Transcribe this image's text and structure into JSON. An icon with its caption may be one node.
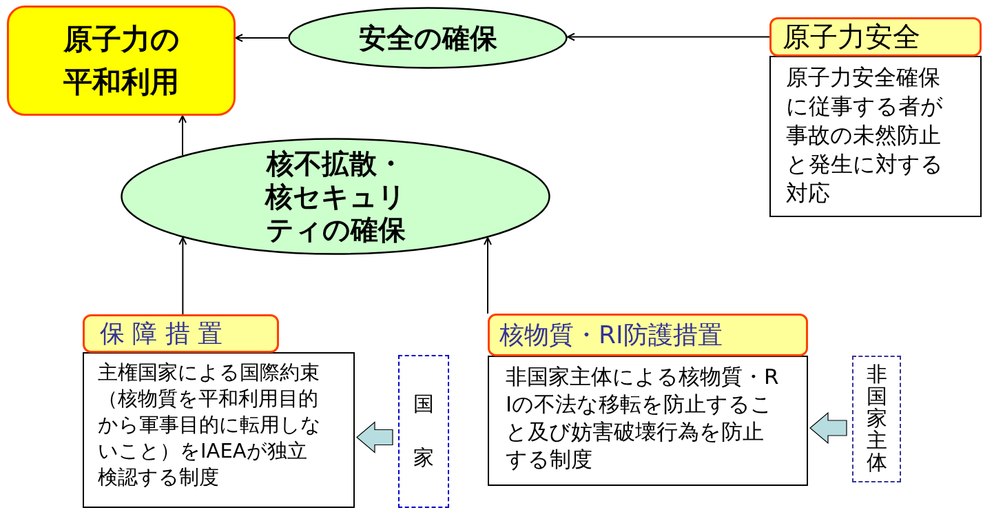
{
  "diagram": {
    "nodes": [
      {
        "text": [
          "原子力の平和利用"
        ]
      },
      {
        "text": [
          "安全の確保"
        ]
      },
      {
        "text": [
          "原子力安全",
          "原子力安全確保に従事する者が事故の未然防止と発生に対する対応"
        ]
      },
      {
        "text": [
          "核不拡散・核セキュリティの確保"
        ]
      },
      {
        "text": [
          "保 障 措 置",
          "主権国家による国際約束（核物質を平和利用目的から軍事目的に転用しないこと）をIAEAが独立検認する制度"
        ]
      },
      {
        "text": [
          "核物質・RI防護措置",
          "非国家主体による核物質・RIの不法な移転を防止すること及び妨害破壊行為を防止する制度"
        ]
      },
      {
        "text": [
          "国家"
        ]
      },
      {
        "text": [
          "非国家主体"
        ]
      }
    ],
    "edges": [
      {
        "from": 1,
        "to": 0,
        "arrow": "to"
      },
      {
        "from": 2,
        "to": 1,
        "arrow": "to"
      },
      {
        "from": 3,
        "to": 0,
        "arrow": "to"
      },
      {
        "from": 4,
        "to": 3,
        "arrow": "to"
      },
      {
        "from": 5,
        "to": 3,
        "arrow": "to"
      },
      {
        "from": 6,
        "to": 4,
        "arrow": "to",
        "style": "thick"
      },
      {
        "from": 7,
        "to": 5,
        "arrow": "to",
        "style": "thick"
      }
    ]
  }
}
